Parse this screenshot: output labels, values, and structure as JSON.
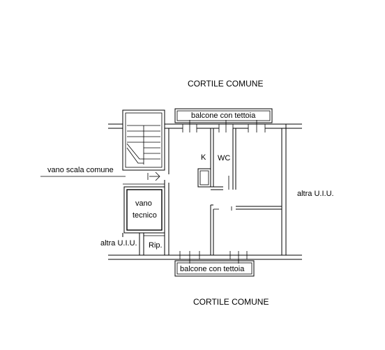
{
  "labels": {
    "cortile_top": "CORTILE COMUNE",
    "cortile_bottom": "CORTILE COMUNE",
    "balcone_top": "balcone con tettoia",
    "balcone_bottom": "balcone con tettoia",
    "kitchen": "K",
    "wc": "WC",
    "vano_scala": "vano scala comune",
    "vano_tecnico_1": "vano",
    "vano_tecnico_2": "tecnico",
    "altra_uiu_right": "altra U.I.U.",
    "altra_uiu_left": "altra U.I.U.",
    "ripostiglio": "Rip."
  }
}
